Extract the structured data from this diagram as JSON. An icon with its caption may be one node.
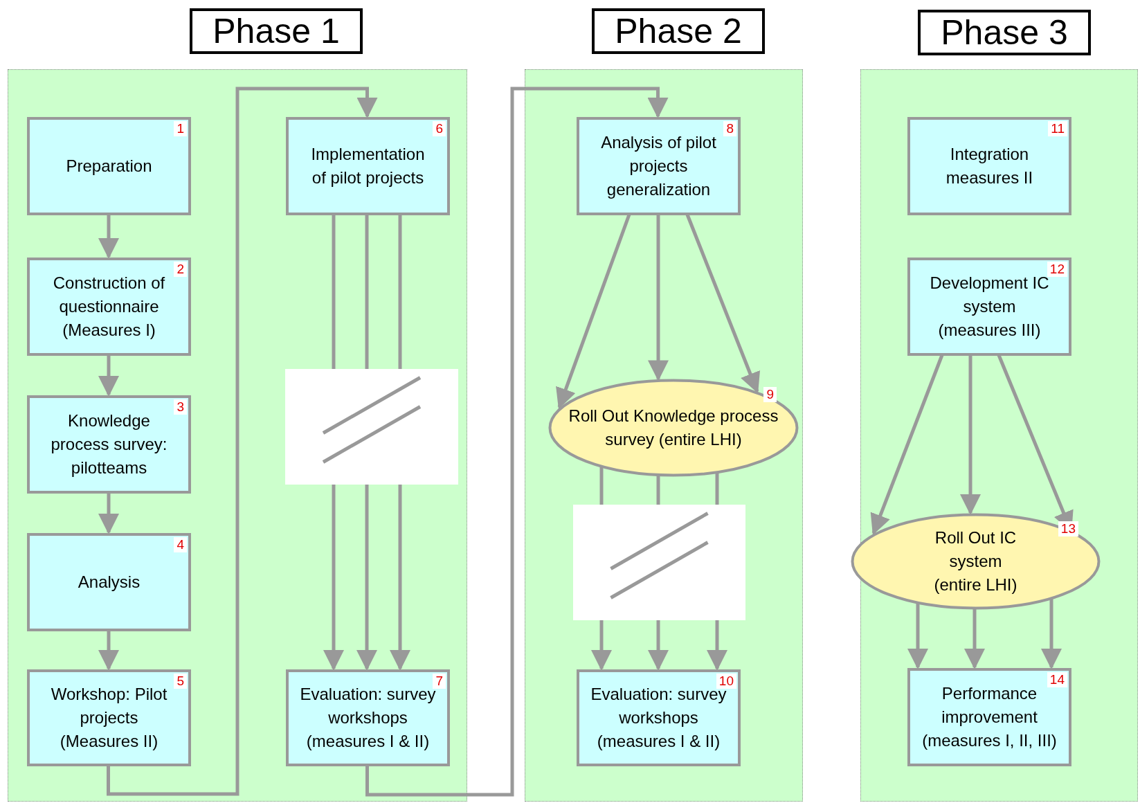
{
  "diagram": {
    "nodes": [
      {
        "text": [
          "Phase 1"
        ]
      },
      {
        "text": [
          "1",
          "Preparation"
        ],
        "in": 0
      },
      {
        "text": [
          "2",
          "Construction of questionnaire (Measures I)"
        ],
        "in": 0
      },
      {
        "text": [
          "3",
          "Knowledge process survey: pilotteams"
        ],
        "in": 0
      },
      {
        "text": [
          "4",
          "Analysis"
        ],
        "in": 0
      },
      {
        "text": [
          "5",
          "Workshop: Pilot projects (Measures II)"
        ],
        "in": 0
      },
      {
        "text": [
          "6",
          "Implementation of pilot projects"
        ],
        "in": 0
      },
      {
        "text": [
          "7",
          "Evaluation: survey workshops (measures I & II)"
        ],
        "in": 0
      },
      {
        "text": [
          "Phase 2"
        ]
      },
      {
        "text": [
          "8",
          "Analysis of pilot projects generalization"
        ],
        "in": 8
      },
      {
        "text": [
          "9",
          "Roll Out Knowledge process survey (entire LHI)"
        ],
        "in": 8
      },
      {
        "text": [
          "10",
          "Evaluation: survey workshops (measures I & II)"
        ],
        "in": 8
      },
      {
        "text": [
          "Phase 3"
        ]
      },
      {
        "text": [
          "11",
          "Integration measures II"
        ],
        "in": 12
      },
      {
        "text": [
          "12",
          "Development IC system (measures III)"
        ],
        "in": 12
      },
      {
        "text": [
          "13",
          "Roll Out IC system (entire LHI)"
        ],
        "in": 12
      },
      {
        "text": [
          "14",
          "Performance improvement (measures I, II, III)"
        ],
        "in": 12
      }
    ],
    "edges": [
      {
        "from": 1,
        "to": 2,
        "arrow": "to"
      },
      {
        "from": 2,
        "to": 3,
        "arrow": "to"
      },
      {
        "from": 3,
        "to": 4,
        "arrow": "to"
      },
      {
        "from": 4,
        "to": 5,
        "arrow": "to"
      },
      {
        "from": 5,
        "to": 6,
        "arrow": "to"
      },
      {
        "from": 6,
        "to": 7,
        "arrow": "to"
      },
      {
        "from": 6,
        "to": 7,
        "arrow": "to"
      },
      {
        "from": 6,
        "to": 7,
        "arrow": "to"
      },
      {
        "from": 7,
        "to": 9,
        "arrow": "to"
      },
      {
        "from": 9,
        "to": 10,
        "arrow": "to"
      },
      {
        "from": 9,
        "to": 10,
        "arrow": "to"
      },
      {
        "from": 9,
        "to": 10,
        "arrow": "to"
      },
      {
        "from": 10,
        "to": 11,
        "arrow": "to"
      },
      {
        "from": 10,
        "to": 11,
        "arrow": "to"
      },
      {
        "from": 10,
        "to": 11,
        "arrow": "to"
      },
      {
        "from": 14,
        "to": 15,
        "arrow": "to"
      },
      {
        "from": 14,
        "to": 15,
        "arrow": "to"
      },
      {
        "from": 14,
        "to": 15,
        "arrow": "to"
      },
      {
        "from": 15,
        "to": 16,
        "arrow": "to"
      },
      {
        "from": 15,
        "to": 16,
        "arrow": "to"
      },
      {
        "from": 15,
        "to": 16,
        "arrow": "to"
      }
    ]
  }
}
